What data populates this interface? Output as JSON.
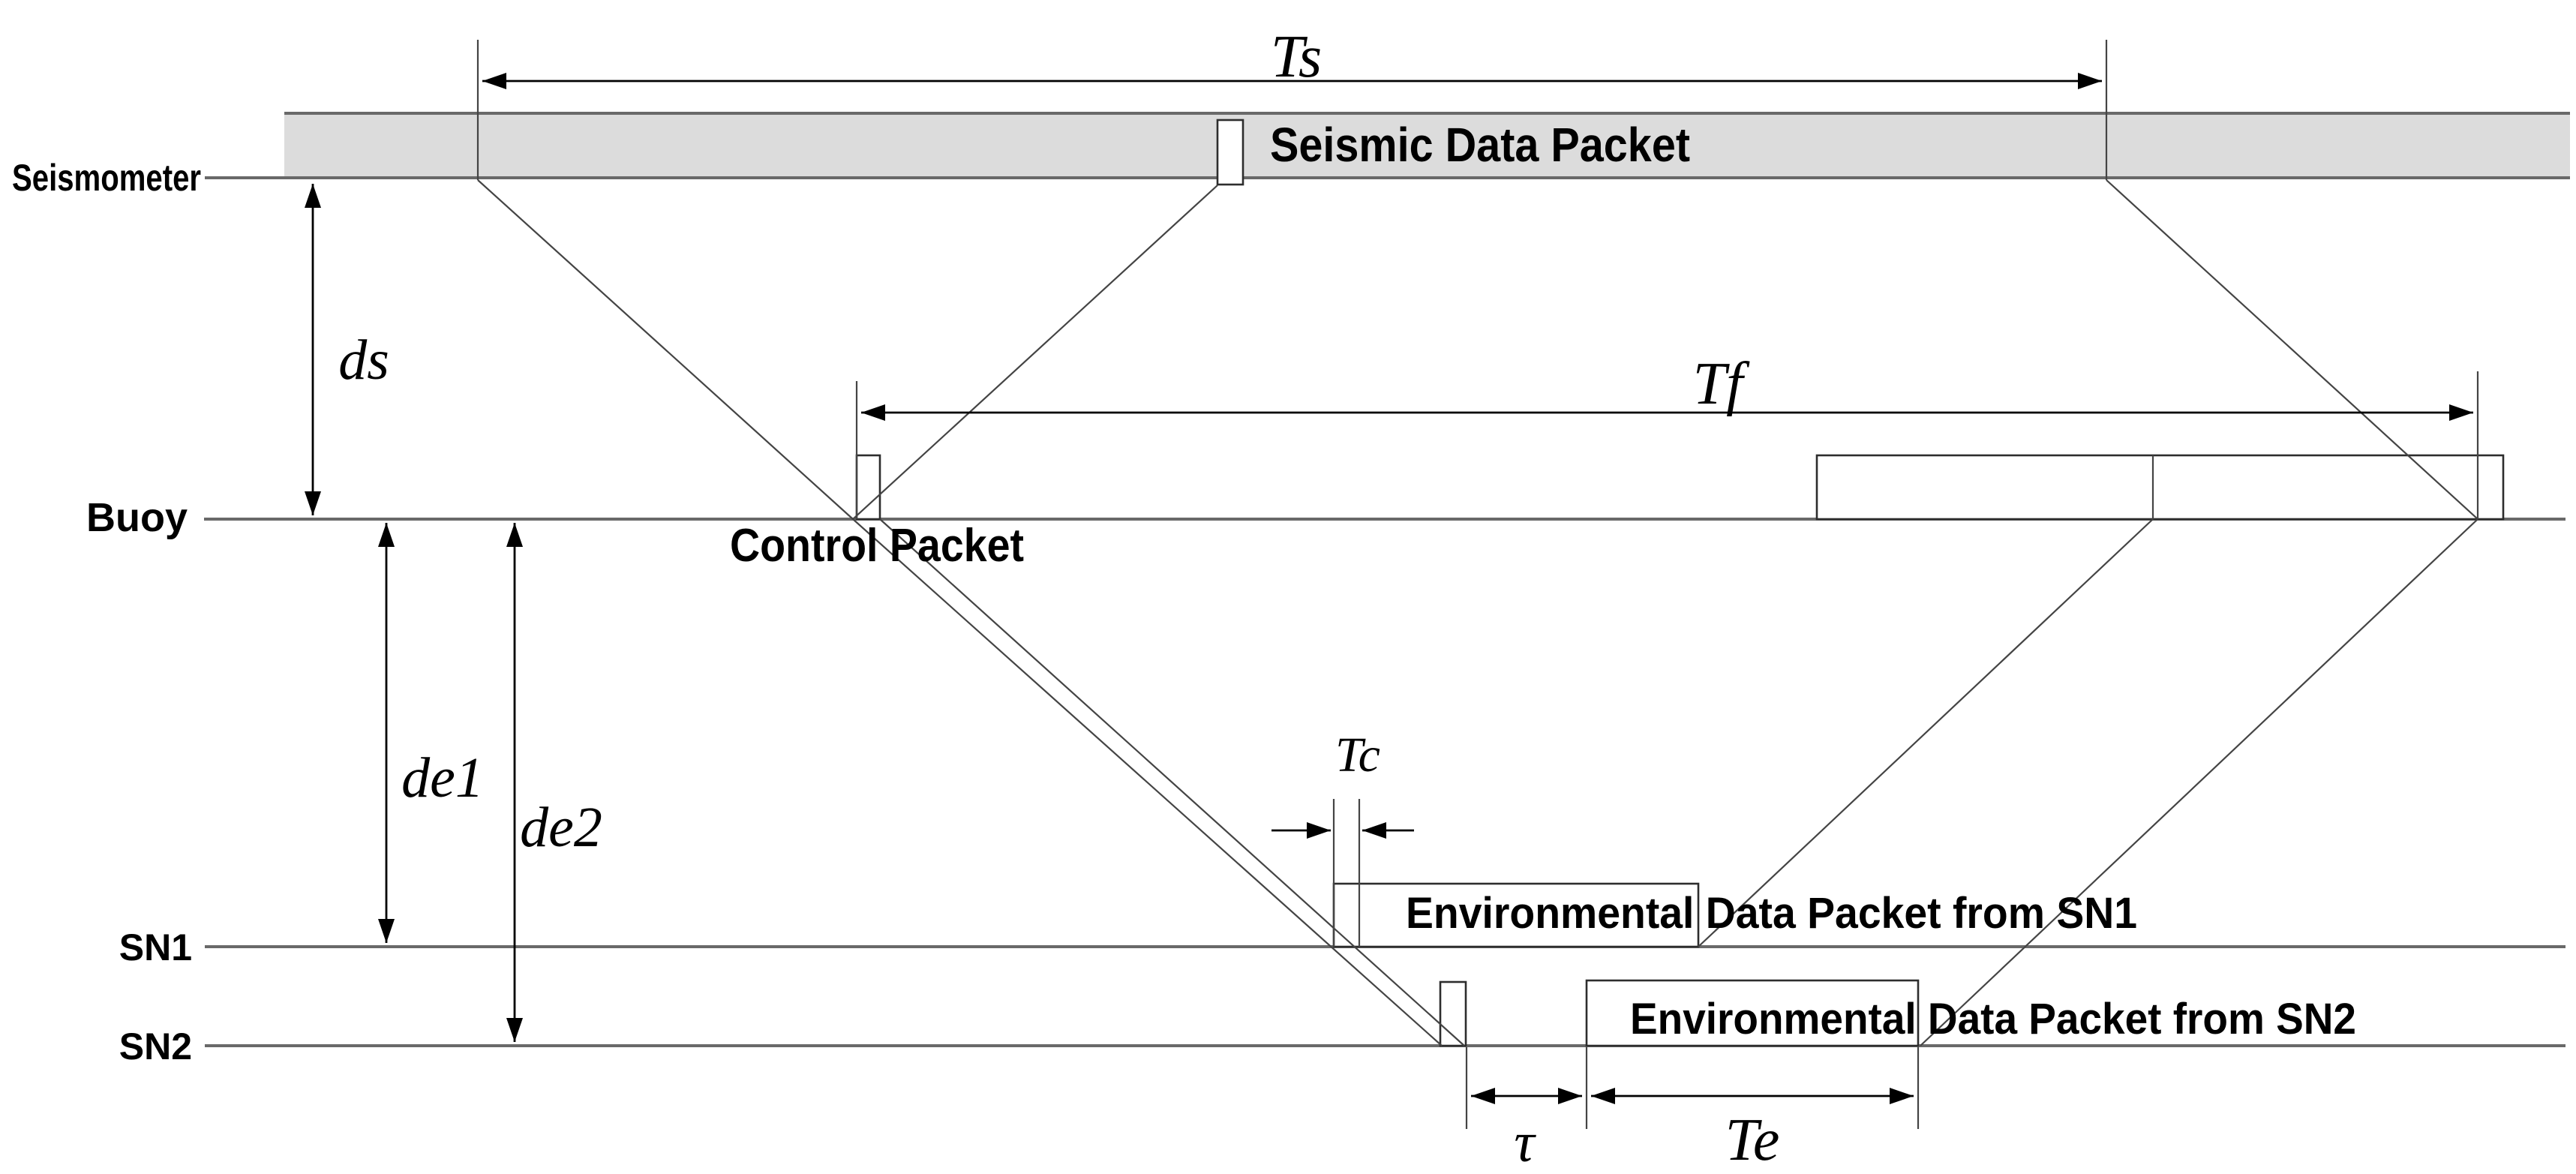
{
  "figure": {
    "description": "Timing diagram of seismic and environmental data packet exchange between a seismometer, a buoy and two sensor nodes"
  },
  "timelines": {
    "seismometer": "Seismometer",
    "buoy": "Buoy",
    "sn1": "SN1",
    "sn2": "SN2"
  },
  "packets": {
    "seismic": "Seismic Data Packet",
    "control": "Control Packet",
    "env_sn1": "Environmental Data Packet from SN1",
    "env_sn2": "Environmental Data Packet from SN2"
  },
  "dims": {
    "ts": "Ts",
    "tf": "Tf",
    "tc": "Tc",
    "te": "Te",
    "tau": "τ",
    "ds": "ds",
    "de1": "de1",
    "de2": "de2"
  },
  "colors": {
    "background": "#ffffff",
    "band_fill": "#dcdcdc",
    "timeline": "#696969",
    "thin_line": "#444444",
    "arrow": "#000000",
    "text": "#000000"
  }
}
